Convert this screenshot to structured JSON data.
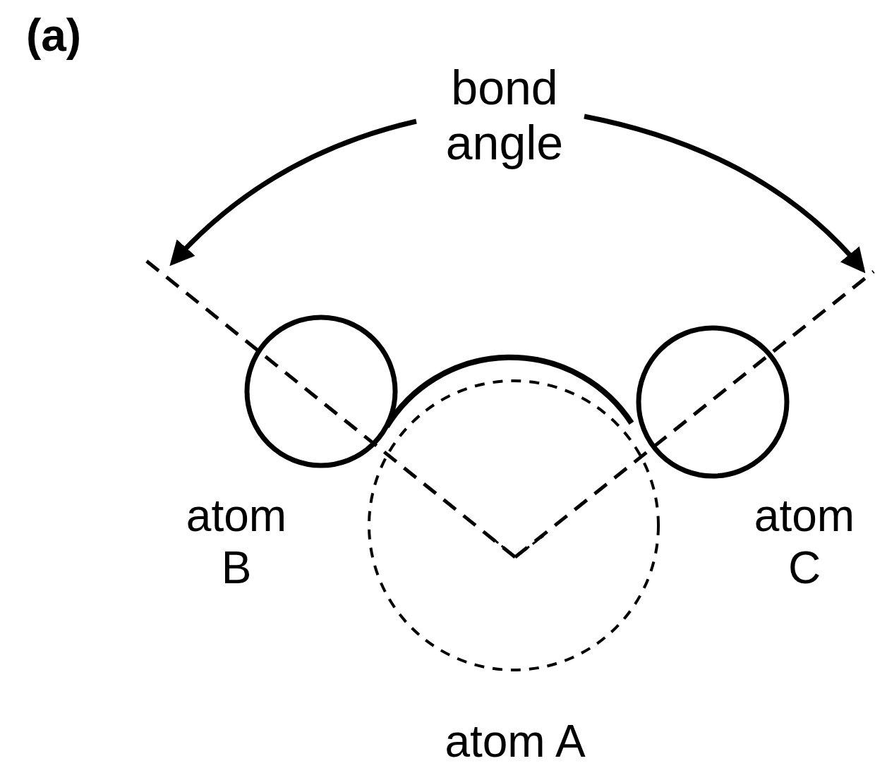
{
  "diagram": {
    "labels": [
      "(a)",
      "bond angle",
      "atom B",
      "atom C",
      "atom A"
    ]
  }
}
